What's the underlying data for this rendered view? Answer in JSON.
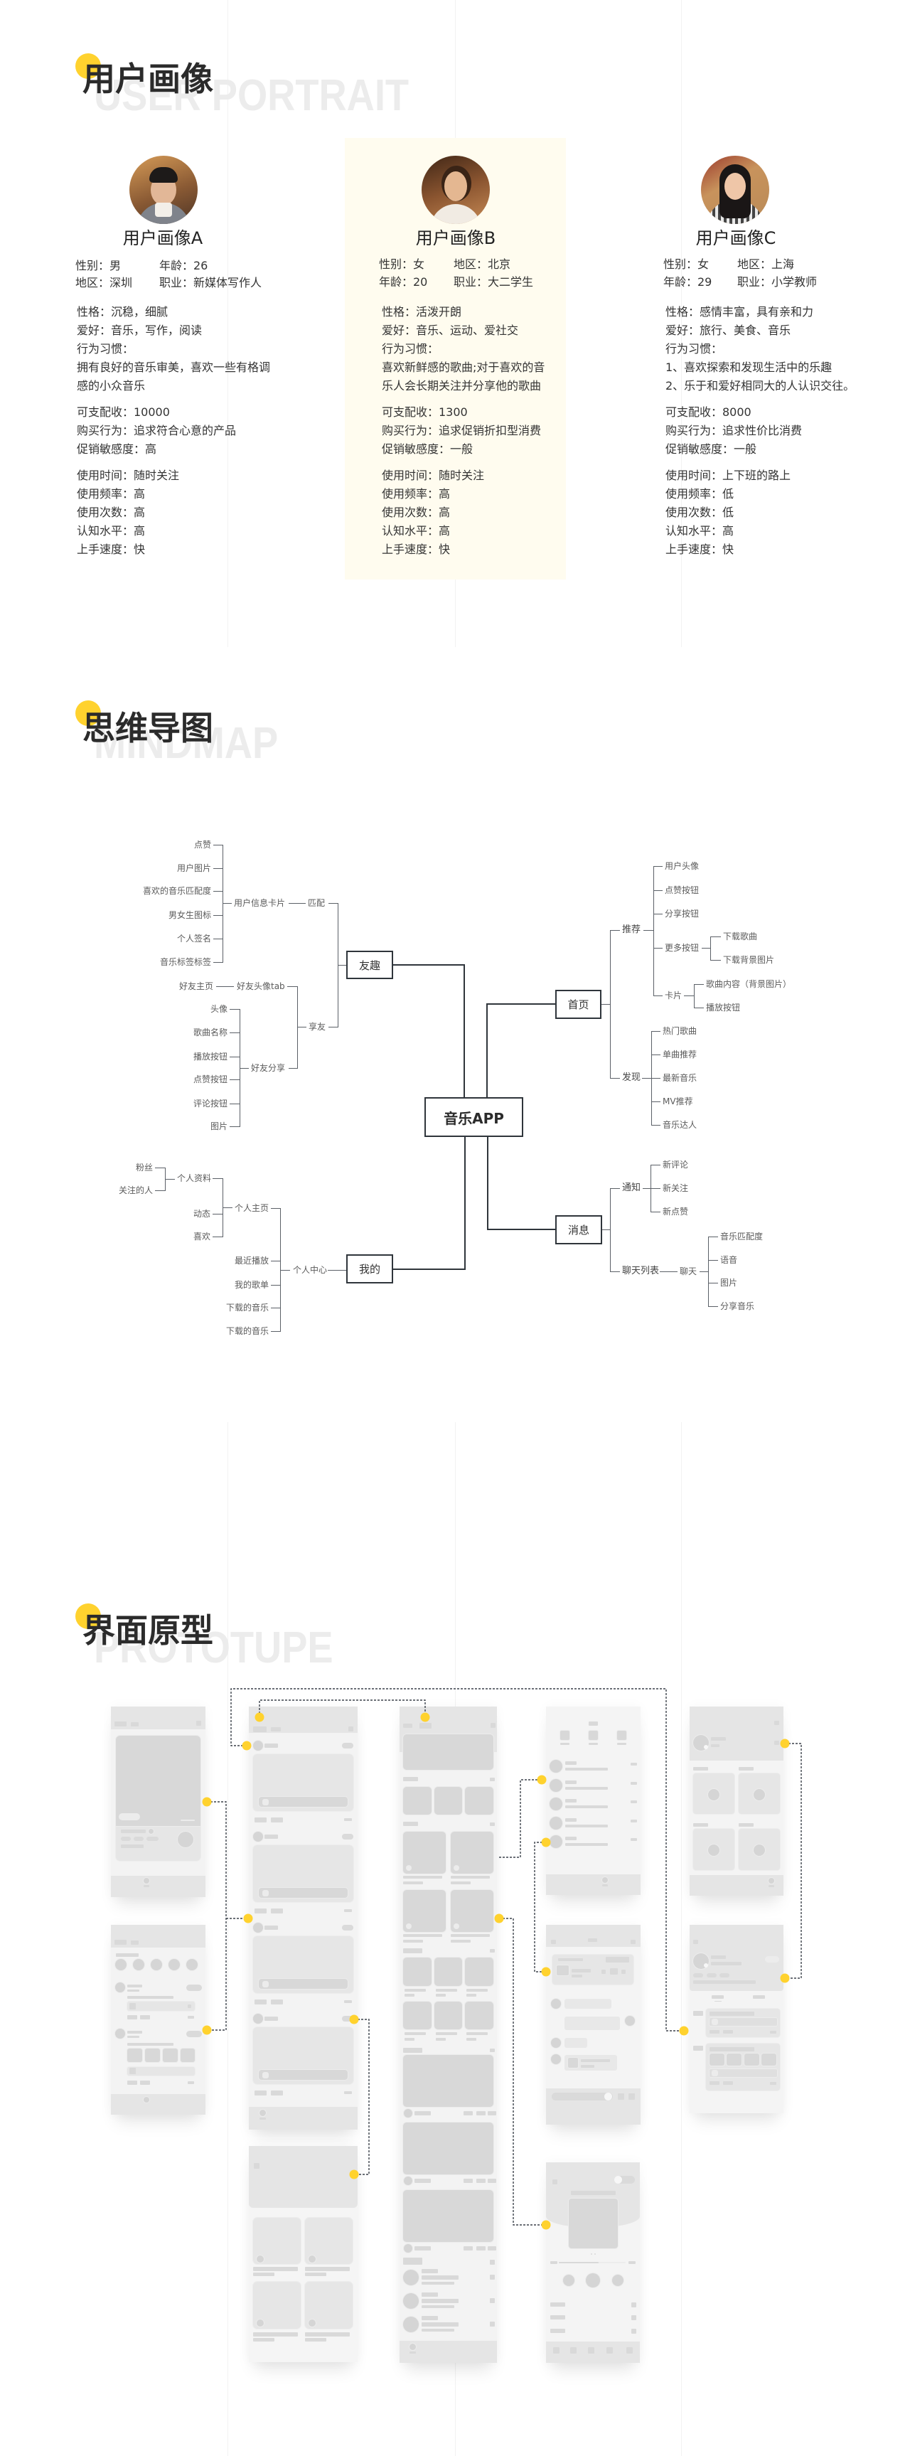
{
  "colors": {
    "accent": "#FFD22E",
    "title": "#2B2B2B",
    "watermark": "#ECECEC",
    "highlight_card": "#FFFCEF",
    "mindmap_line": "#2F353B",
    "connector": "#3B414A"
  },
  "sections": {
    "portrait": {
      "title": "用户画像",
      "watermark": "USER PORTRAIT"
    },
    "mindmap": {
      "title": "思维导图",
      "watermark": "MINDMAP"
    },
    "prototype": {
      "title": "界面原型",
      "watermark": "PROTOTUPE"
    }
  },
  "personas": [
    {
      "name": "用户画像A",
      "basic": [
        [
          "性别：男",
          "年龄：26"
        ],
        [
          "地区：深圳",
          "职业：新媒体写作人"
        ]
      ],
      "profile": [
        "性格：沉稳，细腻",
        "爱好：音乐，写作，阅读",
        "行为习惯：",
        "拥有良好的音乐审美，喜欢一些有格调",
        "感的小众音乐"
      ],
      "consumption": [
        "可支配收：10000",
        "购买行为：追求符合心意的产品",
        "促销敏感度：高"
      ],
      "usage": [
        "使用时间：随时关注",
        "使用频率：高",
        "使用次数：高",
        "认知水平：高",
        "上手速度：快"
      ]
    },
    {
      "name": "用户画像B",
      "highlighted": true,
      "basic": [
        [
          "性别：女",
          "地区：北京"
        ],
        [
          "年龄：20",
          "职业：大二学生"
        ]
      ],
      "profile": [
        "性格：活泼开朗",
        "爱好：音乐、运动、爱社交",
        "行为习惯：",
        "喜欢新鲜感的歌曲;对于喜欢的音",
        "乐人会长期关注并分享他的歌曲"
      ],
      "consumption": [
        "可支配收：1300",
        "购买行为：追求促销折扣型消费",
        "促销敏感度：一般"
      ],
      "usage": [
        "使用时间：随时关注",
        "使用频率：高",
        "使用次数：高",
        "认知水平：高",
        "上手速度：快"
      ]
    },
    {
      "name": "用户画像C",
      "basic": [
        [
          "性别：女",
          "地区：上海"
        ],
        [
          "年龄：29",
          "职业：小学教师"
        ]
      ],
      "profile": [
        "性格：感情丰富，具有亲和力",
        "爱好：旅行、美食、音乐",
        "行为习惯：",
        "1、喜欢探索和发现生活中的乐趣",
        "2、乐于和爱好相同大的人认识交往。"
      ],
      "consumption": [
        "可支配收：8000",
        "购买行为：追求性价比消费",
        "促销敏感度：一般"
      ],
      "usage": [
        "使用时间：上下班的路上",
        "使用频率：低",
        "使用次数：低",
        "认知水平：高",
        "上手速度：快"
      ]
    }
  ],
  "mindmap": {
    "root": "音乐APP",
    "friends": {
      "label": "友趣",
      "match": {
        "label": "匹配",
        "card": {
          "label": "用户信息卡片",
          "items": [
            "点赞",
            "用户图片",
            "喜欢的音乐匹配度",
            "男女生图标",
            "个人签名",
            "音乐标签标签"
          ]
        }
      },
      "share_friends": {
        "label": "享友",
        "avatar_tab": {
          "label": "好友头像tab",
          "items": [
            "好友主页"
          ]
        },
        "friend_share": {
          "label": "好友分享",
          "items": [
            "头像",
            "歌曲名称",
            "播放按钮",
            "点赞按钮",
            "评论按钮",
            "图片"
          ]
        }
      }
    },
    "home": {
      "label": "首页",
      "recommend": {
        "label": "推荐",
        "items": [
          {
            "label": "用户头像"
          },
          {
            "label": "点赞按钮"
          },
          {
            "label": "分享按钮"
          },
          {
            "label": "更多按钮",
            "items": [
              "下载歌曲",
              "下载背景图片"
            ]
          },
          {
            "label": "卡片",
            "items": [
              "歌曲内容（背景图片）",
              "播放按钮"
            ]
          }
        ]
      },
      "discover": {
        "label": "发现",
        "items": [
          "热门歌曲",
          "单曲推荐",
          "最新音乐",
          "MV推荐",
          "音乐达人"
        ]
      }
    },
    "mine": {
      "label": "我的",
      "center": {
        "label": "个人中心",
        "homepage": {
          "label": "个人主页",
          "profile": {
            "label": "个人资料",
            "items": [
              "粉丝",
              "关注的人"
            ]
          },
          "items": [
            "动态",
            "喜欢"
          ]
        },
        "items": [
          "最近播放",
          "我的歌单",
          "下载的音乐",
          "下载的音乐"
        ]
      }
    },
    "messages": {
      "label": "消息",
      "notice": {
        "label": "通知",
        "items": [
          "新评论",
          "新关注",
          "新点赞"
        ]
      },
      "chat_list": {
        "label": "聊天列表",
        "chat": {
          "label": "聊天",
          "items": [
            "音乐匹配度",
            "语音",
            "图片",
            "分享音乐"
          ]
        }
      }
    }
  }
}
